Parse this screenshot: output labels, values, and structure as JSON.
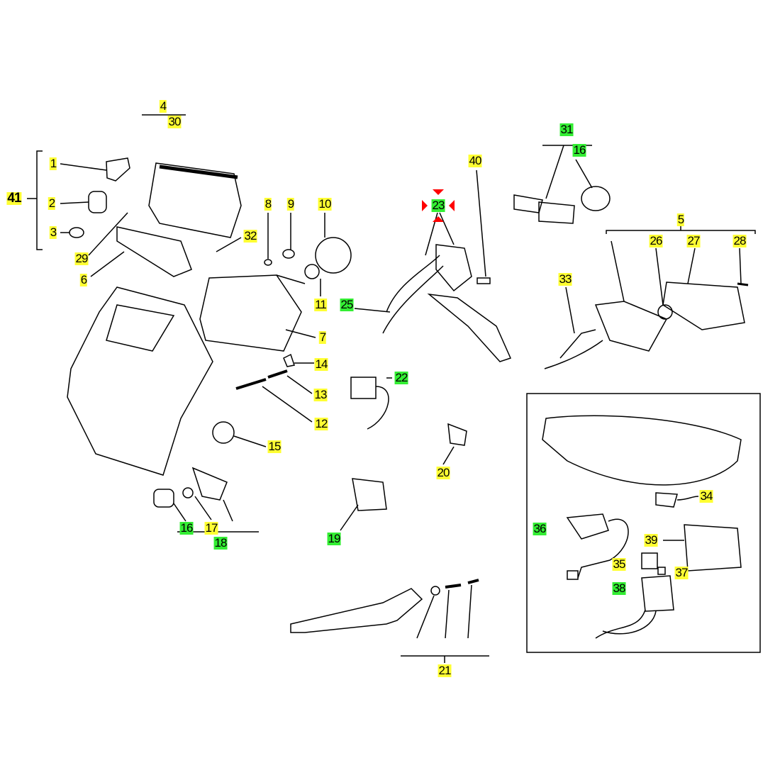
{
  "colors": {
    "yellow": "#ffff33",
    "green": "#33ee33",
    "marker": "#ff0000"
  },
  "labels": [
    {
      "id": "4",
      "c": "y"
    },
    {
      "id": "30",
      "c": "y"
    },
    {
      "id": "1",
      "c": "y"
    },
    {
      "id": "2",
      "c": "y"
    },
    {
      "id": "3",
      "c": "y"
    },
    {
      "id": "41",
      "c": "y"
    },
    {
      "id": "29",
      "c": "y"
    },
    {
      "id": "6",
      "c": "y"
    },
    {
      "id": "8",
      "c": "y"
    },
    {
      "id": "9",
      "c": "y"
    },
    {
      "id": "10",
      "c": "y"
    },
    {
      "id": "32",
      "c": "y"
    },
    {
      "id": "11",
      "c": "y"
    },
    {
      "id": "7",
      "c": "y"
    },
    {
      "id": "14",
      "c": "y"
    },
    {
      "id": "13",
      "c": "y"
    },
    {
      "id": "12",
      "c": "y"
    },
    {
      "id": "15",
      "c": "y"
    },
    {
      "id": "16",
      "c": "g"
    },
    {
      "id": "17",
      "c": "y"
    },
    {
      "id": "18",
      "c": "g"
    },
    {
      "id": "19",
      "c": "g"
    },
    {
      "id": "20",
      "c": "y"
    },
    {
      "id": "21",
      "c": "y"
    },
    {
      "id": "22",
      "c": "g"
    },
    {
      "id": "23",
      "c": "g"
    },
    {
      "id": "25",
      "c": "g"
    },
    {
      "id": "40",
      "c": "y"
    },
    {
      "id": "31",
      "c": "g"
    },
    {
      "id": "16",
      "c": "g"
    },
    {
      "id": "5",
      "c": "y"
    },
    {
      "id": "26",
      "c": "y"
    },
    {
      "id": "27",
      "c": "y"
    },
    {
      "id": "28",
      "c": "y"
    },
    {
      "id": "33",
      "c": "y"
    },
    {
      "id": "34",
      "c": "y"
    },
    {
      "id": "36",
      "c": "g"
    },
    {
      "id": "39",
      "c": "y"
    },
    {
      "id": "35",
      "c": "y"
    },
    {
      "id": "37",
      "c": "y"
    },
    {
      "id": "38",
      "c": "g"
    }
  ]
}
